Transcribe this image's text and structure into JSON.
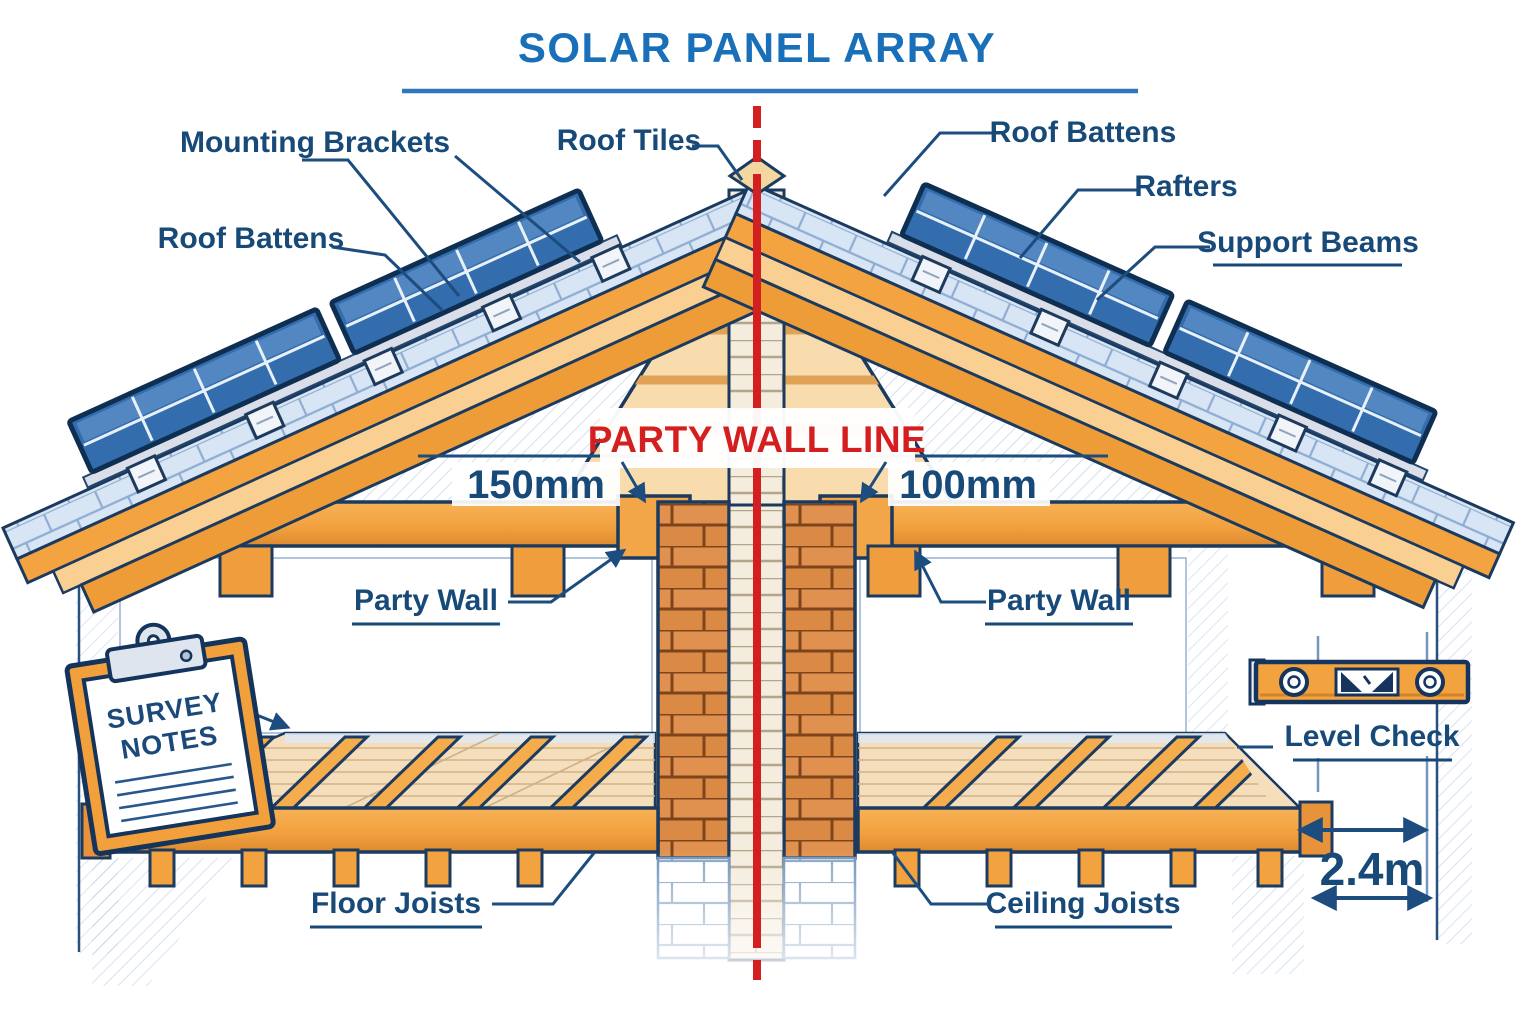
{
  "title": "SOLAR PANEL ARRAY",
  "labels": {
    "mounting_brackets": "Mounting Brackets",
    "roof_tiles": "Roof Tiles",
    "roof_battens_left": "Roof Battens",
    "roof_battens_right": "Roof Battens",
    "rafters": "Rafters",
    "support_beams": "Support Beams",
    "party_wall_line": "PARTY WALL LINE",
    "party_wall_left": "Party Wall",
    "party_wall_right": "Party Wall",
    "floor_joists": "Floor Joists",
    "ceiling_joists": "Ceiling Joists",
    "level_check": "Level Check"
  },
  "dimensions": {
    "left_wall_thickness": "150mm",
    "right_wall_thickness": "100mm",
    "storey_height": "2.4m"
  },
  "clipboard": {
    "line1": "SURVEY",
    "line2": "NOTES"
  },
  "colors": {
    "title_blue": "#1a70b8",
    "label_blue": "#174a78",
    "alert_red": "#d31f1f",
    "wood_orange": "#f2a23f",
    "panel_blue": "#336dae",
    "tile_blue": "#d8e5f4",
    "brick_orange": "#db8a46"
  }
}
